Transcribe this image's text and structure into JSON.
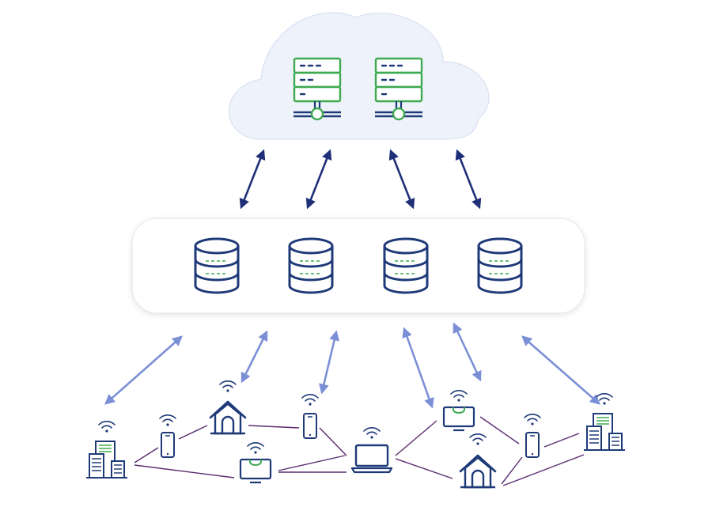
{
  "diagram": {
    "kind": "cloud-edge-device network",
    "cloud": {
      "servers": 2,
      "icon": "server-rack-icon",
      "color": "#3daa4f"
    },
    "edge": {
      "databases": 4,
      "icon": "database-icon",
      "color": "#1e3a78"
    },
    "devices": [
      {
        "id": "building-left",
        "icon": "office-building-icon"
      },
      {
        "id": "phone-1",
        "icon": "smartphone-icon"
      },
      {
        "id": "home-1",
        "icon": "house-icon"
      },
      {
        "id": "tv-1",
        "icon": "monitor-icon"
      },
      {
        "id": "phone-2",
        "icon": "smartphone-icon"
      },
      {
        "id": "laptop",
        "icon": "laptop-icon"
      },
      {
        "id": "tv-2",
        "icon": "monitor-icon"
      },
      {
        "id": "home-2",
        "icon": "house-icon"
      },
      {
        "id": "phone-3",
        "icon": "smartphone-icon"
      },
      {
        "id": "building-right",
        "icon": "office-building-icon"
      }
    ],
    "links": [
      [
        "building-left",
        "phone-1"
      ],
      [
        "building-left",
        "tv-1"
      ],
      [
        "phone-1",
        "home-1"
      ],
      [
        "home-1",
        "phone-2"
      ],
      [
        "phone-2",
        "laptop"
      ],
      [
        "tv-1",
        "laptop"
      ],
      [
        "laptop",
        "tv-2"
      ],
      [
        "laptop",
        "home-2"
      ],
      [
        "tv-2",
        "phone-3"
      ],
      [
        "home-2",
        "phone-3"
      ],
      [
        "phone-3",
        "building-right"
      ],
      [
        "home-2",
        "building-right"
      ]
    ],
    "colors": {
      "cloud_fill": "#eef2fb",
      "cloud_stroke": "#d9e0f0",
      "arrow_dark": "#1f2f78",
      "arrow_light": "#7b8fd6",
      "device": "#1e3a78",
      "accent_green": "#3daa4f",
      "link": "#5a2a6e"
    }
  }
}
